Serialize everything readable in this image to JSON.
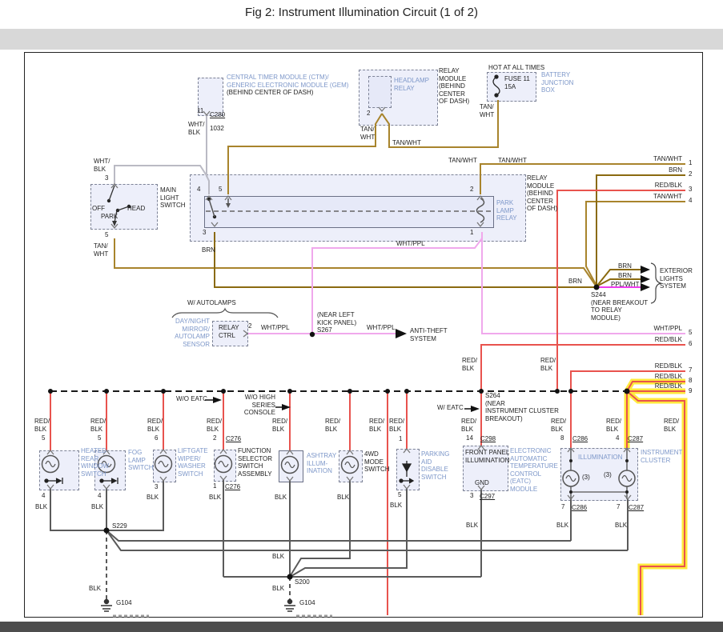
{
  "title": "Fig 2: Instrument Illumination Circuit (1 of 2)",
  "wire_labels": {
    "tan_wht": "TAN/WHT",
    "tan_wht_2l": "TAN/\nWHT",
    "brn": "BRN",
    "red_blk": "RED/BLK",
    "red_blk_2l": "RED/\nBLK",
    "wht_ppl": "WHT/PPL",
    "ppl_wht": "PPL/WHT",
    "wht_blk_2l": "WHT/\nBLK",
    "blk": "BLK",
    "circuit_1032": "1032"
  },
  "pins": {
    "p1": "1",
    "p2": "2",
    "p3": "3",
    "p4": "4",
    "p5": "5",
    "p6": "6",
    "p7": "7",
    "p8": "8",
    "p11": "11",
    "p14": "14"
  },
  "connectors": {
    "c280": "C280",
    "c276": "C276",
    "c286": "C286",
    "c287": "C287",
    "c297": "C297",
    "c298": "C298"
  },
  "splices": {
    "s229": "S229",
    "s200": "S200",
    "g104": "G104"
  },
  "notes": {
    "hot": "HOT AT ALL TIMES",
    "s244": "S244\n(NEAR BREAKOUT\nTO RELAY\nMODULE)",
    "s264": "S264\n(NEAR\nINSTRUMENT CLUSTER\nBREAKOUT)",
    "s267": "(NEAR LEFT\nKICK PANEL)\nS267"
  },
  "components": {
    "ctm_l12": "CENTRAL TIMER MODULE (CTM)/\nGENERIC ELECTRONIC MODULE (GEM)",
    "ctm_l3": "(BEHIND CENTER OF DASH)",
    "headlamp_relay": "HEADLAMP\nRELAY",
    "relay_module": "RELAY\nMODULE\n(BEHIND\nCENTER\nOF DASH)",
    "fuse": "FUSE 11\n15A",
    "battery_junction_box": "BATTERY\nJUNCTION\nBOX",
    "main_light_switch": "MAIN\nLIGHT\nSWITCH",
    "off": "OFF",
    "park": "PARK",
    "head": "HEAD",
    "park_lamp_relay": "PARK\nLAMP\nRELAY",
    "day_night": "DAY/NIGHT\nMIRROR/\nAUTOLAMP\nSENSOR",
    "relay_ctrl": "RELAY\nCTRL",
    "heated": "HEATED\nREAR\nWINDOW\nSWITCH",
    "fog": "FOG\nLAMP\nSWITCH",
    "liftgate": "LIFTGATE\nWIPER/\nWASHER\nSWITCH",
    "function_selector": "FUNCTION\nSELECTOR\nSWITCH\nASSEMBLY",
    "ashtray": "ASHTRAY\nILLUM-\nINATION",
    "fourwd": "4WD\nMODE\nSWITCH",
    "parking_aid": "PARKING\nAID\nDISABLE\nSWITCH",
    "front_panel": "FRONT PANEL\nILLUMINATION",
    "gnd": "GND",
    "eatc": "ELECTRONIC\nAUTOMATIC\nTEMPERATURE\nCONTROL\n(EATC)\nMODULE",
    "illumination": "ILLUMINATION",
    "bulb_count": "(3)",
    "instrument_cluster": "INSTRUMENT\nCLUSTER"
  },
  "system_refs": {
    "exterior": "EXTERIOR\nLIGHTS\nSYSTEM",
    "anti_theft": "ANTI-THEFT\nSYSTEM"
  },
  "options": {
    "w_autolamps": "W/ AUTOLAMPS",
    "wo_eatc": "W/O EATC",
    "w_eatc": "W/ EATC",
    "wo_high_series": "W/O HIGH\nSERIES\nCONSOLE"
  },
  "right_exits": [
    {
      "label": "TAN/WHT",
      "num": "1"
    },
    {
      "label": "BRN",
      "num": "2"
    },
    {
      "label": "RED/BLK",
      "num": "3"
    },
    {
      "label": "TAN/WHT",
      "num": "4"
    },
    {
      "label": "WHT/PPL",
      "num": "5"
    },
    {
      "label": "RED/BLK",
      "num": "6"
    },
    {
      "label": "RED/BLK",
      "num": "7"
    },
    {
      "label": "RED/BLK",
      "num": "8"
    },
    {
      "label": "RED/BLK",
      "num": "9"
    }
  ],
  "colors": {
    "tan": "#a8842c",
    "brn": "#8a6a10",
    "red": "#e8534e",
    "pink": "#f0a8ec",
    "magenta": "#ee3cee",
    "wht_blk": "#babac4",
    "blk_wire": "#5a5a5a",
    "highlight": "#ffe93c",
    "blue_text": "#7d97c9",
    "box_fill": "#edeffa"
  }
}
